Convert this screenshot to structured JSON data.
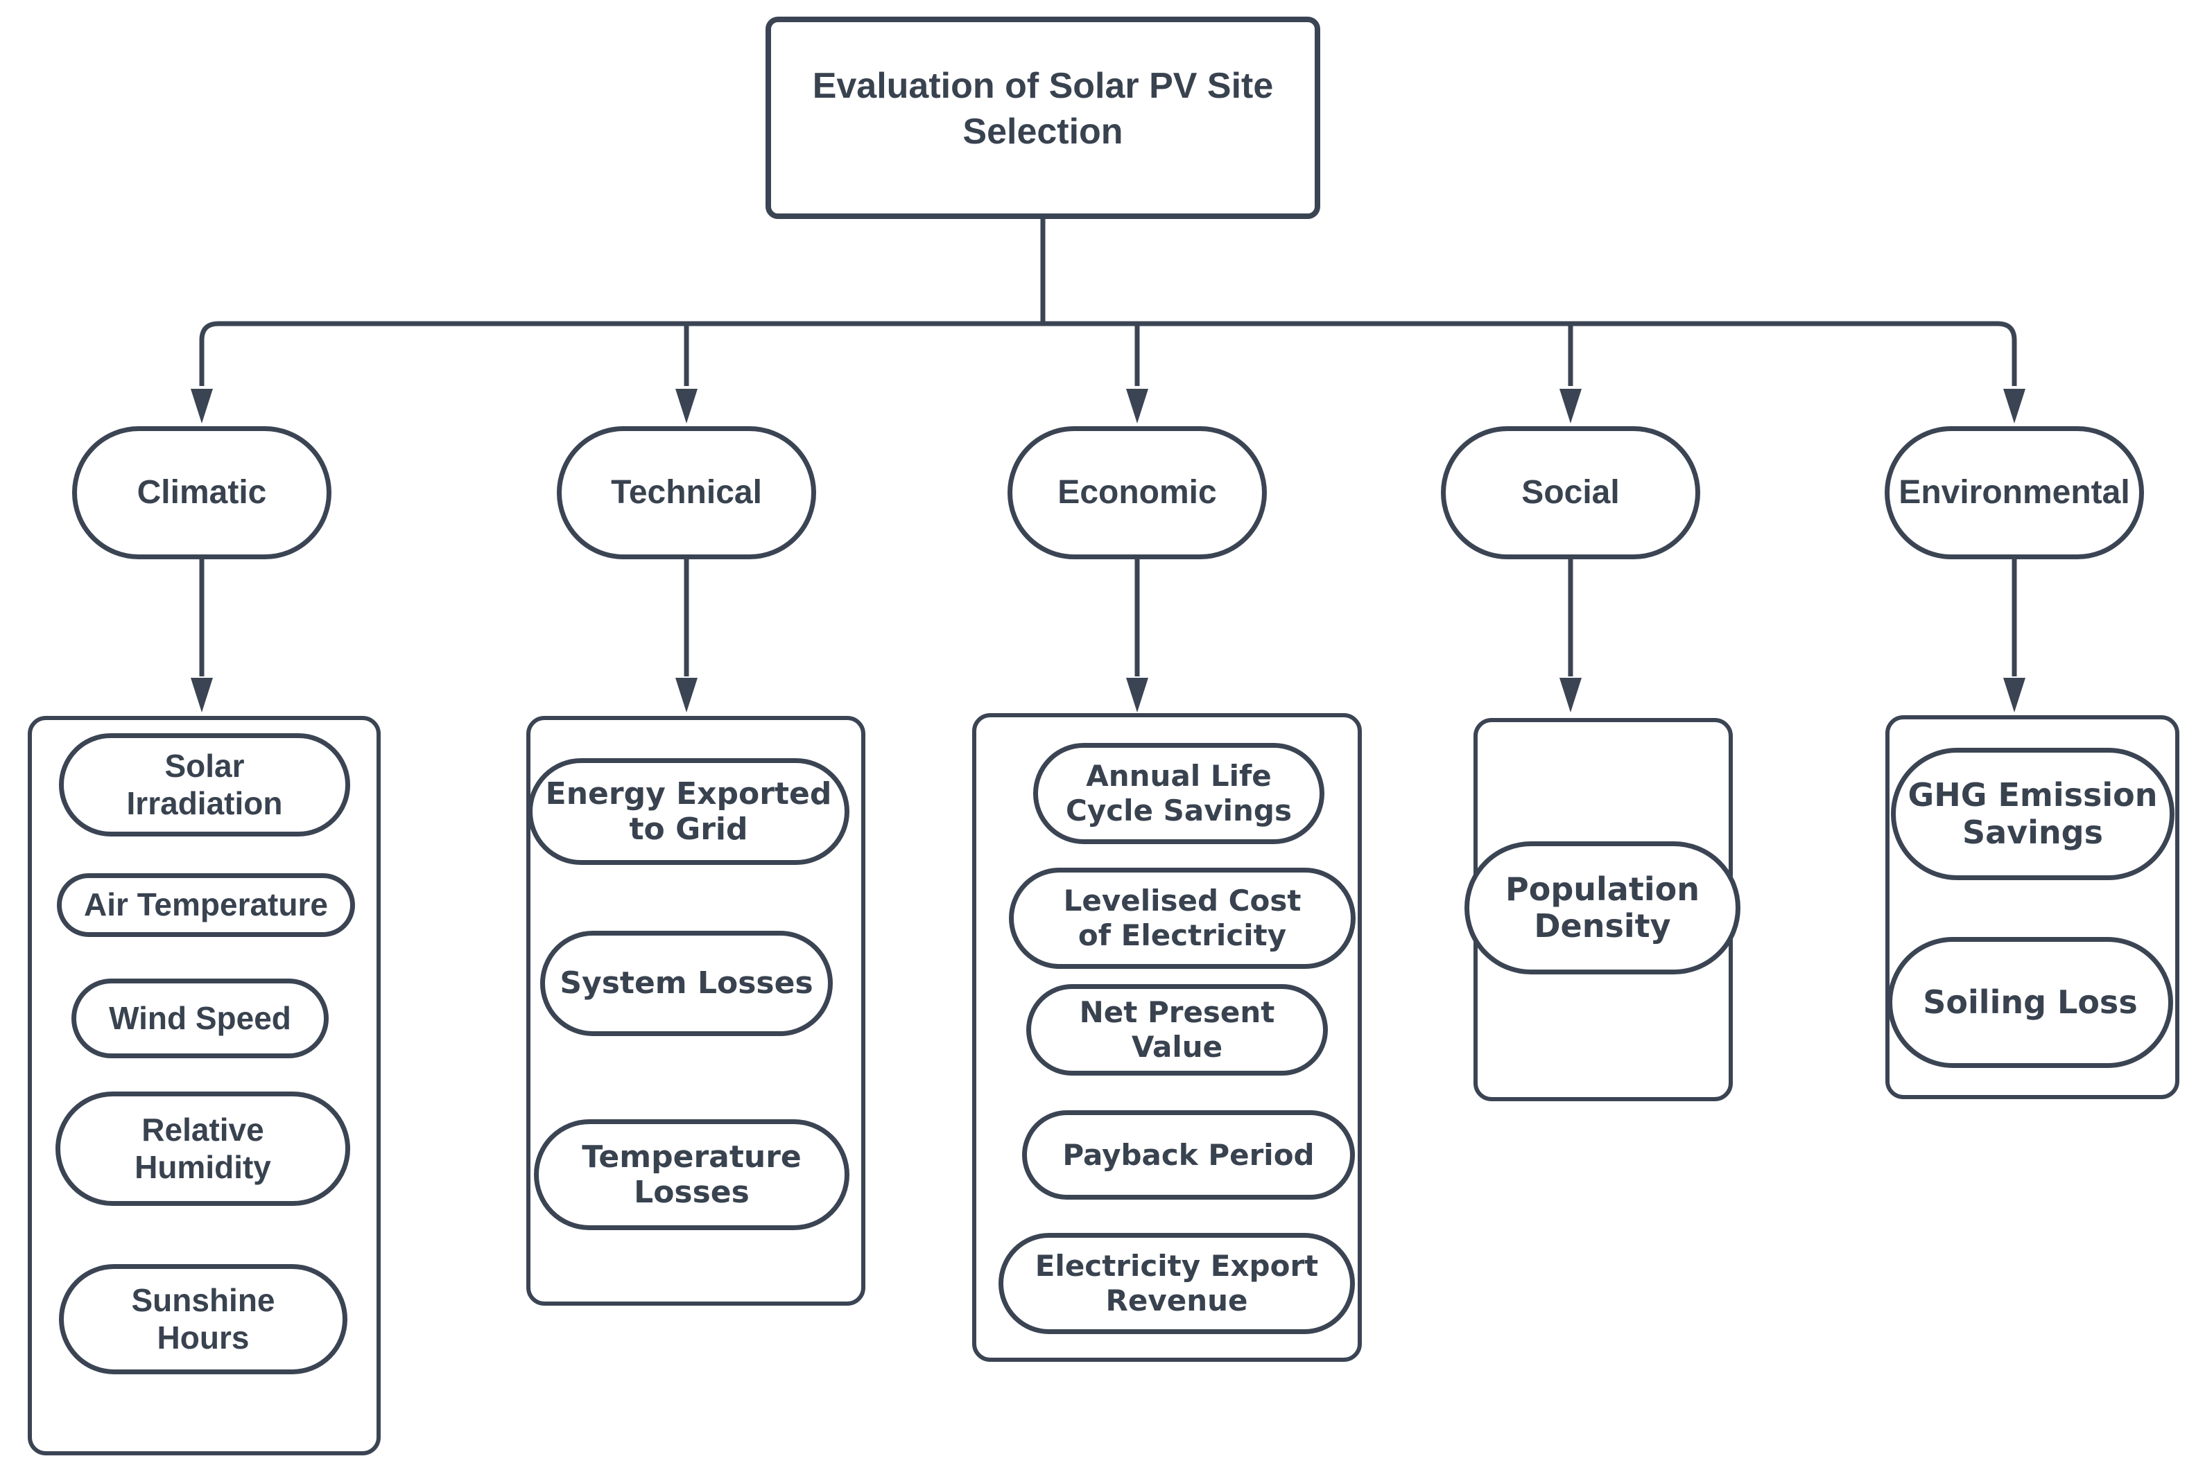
{
  "diagram": {
    "root": {
      "label": "Evaluation of Solar PV Site\nSelection"
    },
    "branches": [
      {
        "label": "Climatic",
        "items": [
          "Solar\nIrradiation",
          "Air Temperature",
          "Wind Speed",
          "Relative\nHumidity",
          "Sunshine\nHours"
        ]
      },
      {
        "label": "Technical",
        "items": [
          "Energy Exported\nto Grid",
          "System Losses",
          "Temperature\nLosses"
        ]
      },
      {
        "label": "Economic",
        "items": [
          "Annual Life\nCycle Savings",
          "Levelised Cost\nof Electricity",
          "Net Present\nValue",
          "Payback Period",
          "Electricity Export\nRevenue"
        ]
      },
      {
        "label": "Social",
        "items": [
          "Population\nDensity"
        ]
      },
      {
        "label": "Environmental",
        "items": [
          "GHG Emission\nSavings",
          "Soiling Loss"
        ]
      }
    ],
    "colors": {
      "stroke": "#3b4453",
      "background": "#ffffff"
    }
  }
}
